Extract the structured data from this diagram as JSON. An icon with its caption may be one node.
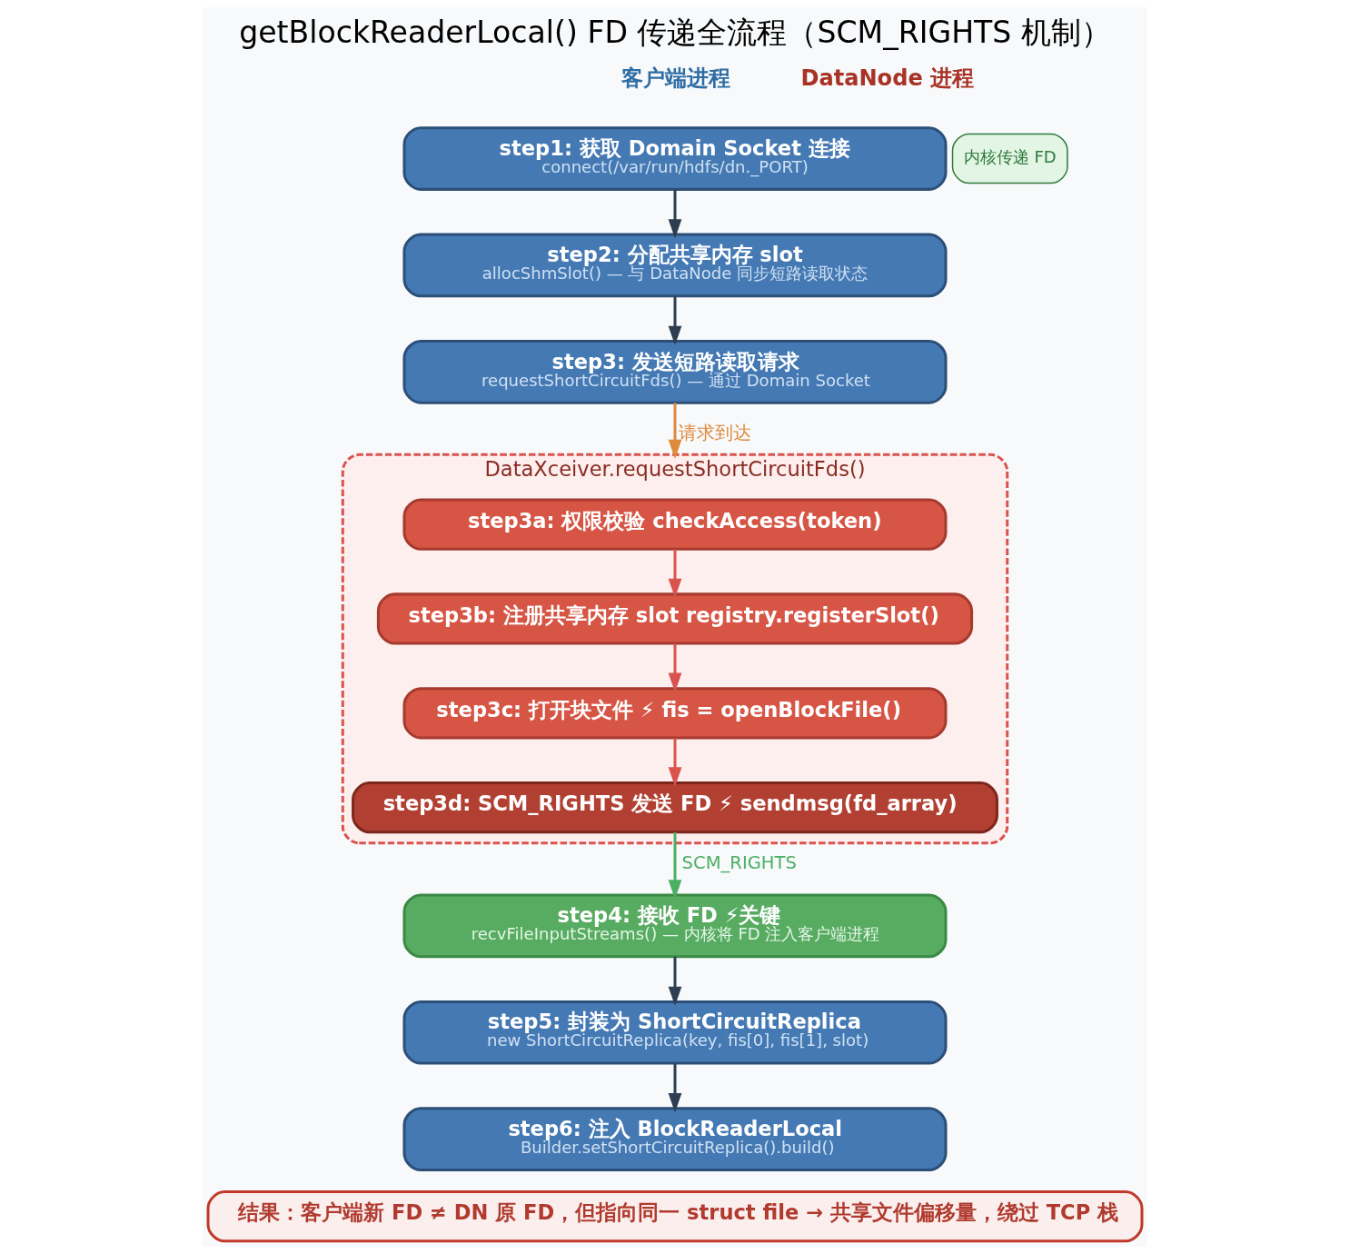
{
  "diagram": {
    "title": "getBlockReaderLocal() FD 传递全流程（SCM_RIGHTS 机制）",
    "nodes": [
      {
        "text": [
          "step1: 获取 Domain Socket 连接",
          "connect(/var/run/hdfs/dn._PORT)"
        ]
      },
      {
        "text": [
          "step2: 分配共享内存 slot",
          "allocShmSlot() — 与 DataNode 同步短路读取状态"
        ]
      },
      {
        "text": [
          "step3: 发送短路读取请求",
          "requestShortCircuitFds() — 通过 Domain Socket"
        ]
      },
      {
        "text": [
          "DataXceiver.requestShortCircuitFds()"
        ]
      },
      {
        "text": [
          "step3a: 权限校验 checkAccess(token)"
        ],
        "in": 3
      },
      {
        "text": [
          "step3b: 注册共享内存 slot registry.registerSlot()"
        ],
        "in": 3
      },
      {
        "text": [
          "step3c: 打开块文件 ⚡ fis = openBlockFile()"
        ],
        "in": 3
      },
      {
        "text": [
          "step3d: SCM_RIGHTS 发送 FD ⚡ sendmsg(fd_array)"
        ],
        "in": 3
      },
      {
        "text": [
          "step4: 接收 FD ⚡关键",
          "recvFileInputStreams() — 内核将 FD 注入客户端进程"
        ]
      },
      {
        "text": [
          "step5: 封装为 ShortCircuitReplica",
          "new ShortCircuitReplica(key, fis[0], fis[1], slot)"
        ]
      },
      {
        "text": [
          "step6: 注入 BlockReaderLocal",
          "Builder.setShortCircuitReplica().build()"
        ]
      },
      {
        "text": [
          "结果：客户端新 FD ≠ DN 原 FD，但指向同一 struct file → 共享文件偏移量，绕过 TCP 栈"
        ]
      }
    ],
    "edges": [
      {
        "from": 0,
        "to": 1,
        "arrow": "to"
      },
      {
        "from": 1,
        "to": 2,
        "arrow": "to"
      },
      {
        "from": 2,
        "to": 3,
        "arrow": "to",
        "label": "请求到达",
        "color": "#e08a3c"
      },
      {
        "from": 4,
        "to": 5,
        "arrow": "to",
        "color": "#d9534f"
      },
      {
        "from": 5,
        "to": 6,
        "arrow": "to",
        "color": "#d9534f"
      },
      {
        "from": 6,
        "to": 7,
        "arrow": "to",
        "color": "#d9534f"
      },
      {
        "from": 7,
        "to": 8,
        "arrow": "to",
        "label": "SCM_RIGHTS",
        "color": "#4caf63"
      },
      {
        "from": 8,
        "to": 9,
        "arrow": "to"
      },
      {
        "from": 9,
        "to": 10,
        "arrow": "to"
      }
    ],
    "labels": [
      "客户端进程",
      "DataNode 进程",
      "内核传递 FD"
    ]
  }
}
